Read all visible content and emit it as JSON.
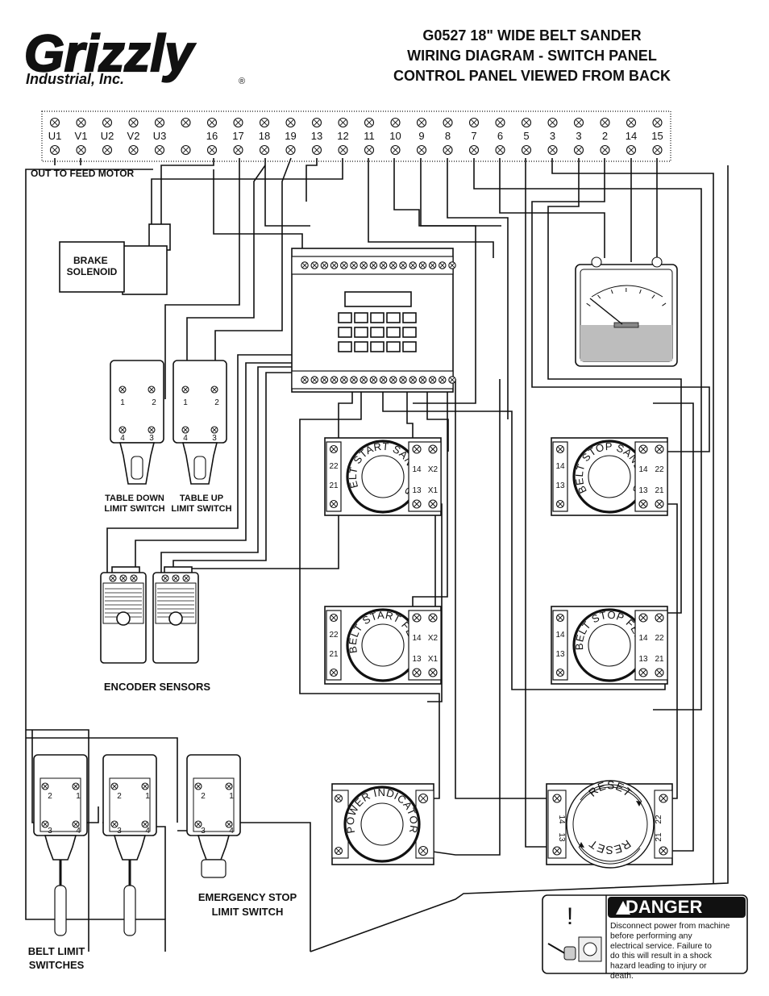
{
  "logo": {
    "wordmark": "Grizzly",
    "subline": "Industrial, Inc.",
    "mark": "®"
  },
  "title": {
    "line1": "G0527 18\" WIDE BELT SANDER",
    "line2": "WIRING DIAGRAM - SWITCH PANEL",
    "line3": "CONTROL PANEL VIEWED FROM BACK"
  },
  "terminal_strip": {
    "terminals": [
      "U1",
      "V1",
      "U2",
      "V2",
      "U3",
      "",
      "16",
      "17",
      "18",
      "19",
      "13",
      "12",
      "11",
      "10",
      "9",
      "8",
      "7",
      "6",
      "5",
      "3",
      "3",
      "2",
      "14",
      "15"
    ]
  },
  "labels": {
    "feed_motor": "OUT TO FEED MOTOR",
    "brake_solenoid": "BRAKE\nSOLENOID",
    "table_down": "TABLE DOWN\nLIMIT SWITCH",
    "table_up": "TABLE UP\nLIMIT SWITCH",
    "encoder": "ENCODER SENSORS",
    "belt_limit": "BELT LIMIT\nSWITCHES",
    "emergency": "EMERGENCY STOP\nLIMIT SWITCH"
  },
  "switches": {
    "start_sanding": "BELT START SANDING",
    "stop_sanding": "BELT STOP SANDING",
    "start_feed": "BELT START FEED",
    "stop_feed": "BELT STOP FEED",
    "power_indicator": "POWER INDICATOR",
    "reset": "RESET"
  },
  "terminal_labels": {
    "c14": "14",
    "c13": "13",
    "x1": "X1",
    "x2": "X2",
    "c21": "21",
    "c22": "22",
    "l1": "1",
    "l2": "2",
    "l3": "3",
    "l4": "4"
  },
  "danger": {
    "symbol": "!",
    "heading": "DANGER",
    "text": "Disconnect power from machine before performing any electrical service. Failure to do this will result in a shock hazard leading to injury or death."
  }
}
